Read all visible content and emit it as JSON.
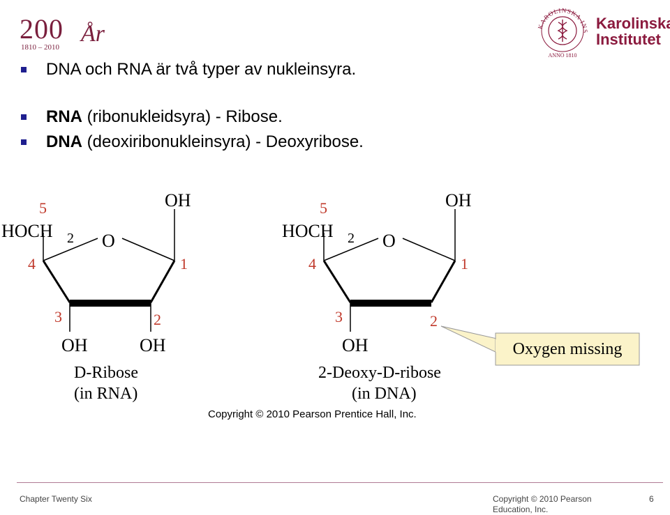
{
  "logo_200": {
    "number": "200",
    "ar": "År",
    "years": "1810 – 2010"
  },
  "ki_logo": {
    "name_line1": "Karolinska",
    "name_line2": "Institutet",
    "seal_text": "KAROLINSKA INSTITUTET",
    "seal_year": "ANNO 1810"
  },
  "bullets": [
    {
      "bold": "",
      "text": "DNA och RNA är två typer av nukleinsyra."
    },
    {
      "bold": "RNA",
      "text": " (ribonukleidsyra)  -   Ribose."
    },
    {
      "bold": "DNA",
      "text": " (deoxiribonukleinsyra) - Deoxyribose."
    }
  ],
  "ribose": {
    "pos5": "5",
    "hoch": "HOCH",
    "sub2": "2",
    "ring_o": "O",
    "oh1": "OH",
    "pos1": "1",
    "pos4": "4",
    "pos3": "3",
    "pos2": "2",
    "oh3": "OH",
    "oh2": "OH",
    "caption_line1": "D-Ribose",
    "caption_line2": "(in RNA)"
  },
  "deoxyribose": {
    "pos5": "5",
    "hoch": "HOCH",
    "sub2": "2",
    "ring_o": "O",
    "oh1": "OH",
    "pos1": "1",
    "pos4": "4",
    "pos3": "3",
    "pos2": "2",
    "oh3": "OH",
    "caption_line1": "2-Deoxy-D-ribose",
    "caption_line2": "(in DNA)"
  },
  "callout": "Oxygen missing",
  "figure_copyright": "Copyright © 2010 Pearson Prentice Hall, Inc.",
  "footer": {
    "left": "Chapter Twenty Six",
    "right": "Copyright © 2010 Pearson Education, Inc.",
    "page": "6"
  },
  "colors": {
    "brand": "#8b1a3e",
    "bullet": "#1f1f8f",
    "position_numbers": "#c0392b",
    "callout_bg": "#fbf3c9"
  }
}
